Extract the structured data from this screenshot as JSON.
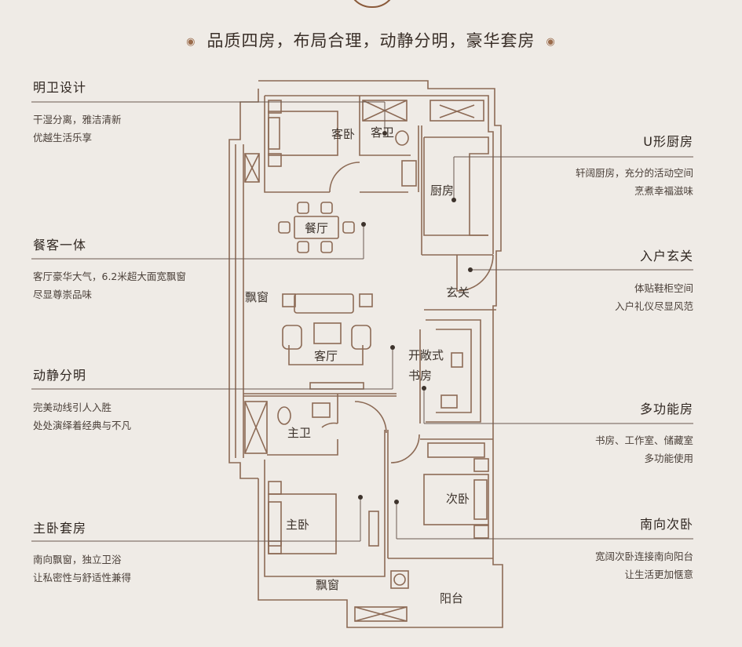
{
  "headline": "品质四房，布局合理，动静分明，豪华套房",
  "left_features": [
    {
      "title": "明卫设计",
      "desc": [
        "干湿分离，雅洁清新",
        "优越生活乐享"
      ]
    },
    {
      "title": "餐客一体",
      "desc": [
        "客厅豪华大气，6.2米超大面宽飘窗",
        "尽显尊崇品味"
      ]
    },
    {
      "title": "动静分明",
      "desc": [
        "完美动线引人入胜",
        "处处演绎着经典与不凡"
      ]
    },
    {
      "title": "主卧套房",
      "desc": [
        "南向飘窗，独立卫浴",
        "让私密性与舒适性兼得"
      ]
    }
  ],
  "right_features": [
    {
      "title": "U形厨房",
      "desc": [
        "轩阔厨房，充分的活动空间",
        "烹煮幸福滋味"
      ]
    },
    {
      "title": "入户玄关",
      "desc": [
        "体贴鞋柜空间",
        "入户礼仪尽显风范"
      ]
    },
    {
      "title": "多功能房",
      "desc": [
        "书房、工作室、储藏室",
        "多功能使用"
      ]
    },
    {
      "title": "南向次卧",
      "desc": [
        "宽阔次卧连接南向阳台",
        "让生活更加惬意"
      ]
    }
  ],
  "rooms": {
    "guest_bedroom": "客卧",
    "guest_bath": "客卫",
    "kitchen": "厨房",
    "dining": "餐厅",
    "bay_window_west": "飘窗",
    "foyer": "玄关",
    "living": "客厅",
    "study_line1": "开敞式",
    "study_line2": "书房",
    "master_bath": "主卫",
    "master_bedroom": "主卧",
    "second_bedroom": "次卧",
    "bay_window_south": "飘窗",
    "balcony": "阳台"
  },
  "colors": {
    "background": "#efebe6",
    "wall": "#8c6a55",
    "leader": "#6b5a50",
    "accent": "#9a6b4b"
  }
}
